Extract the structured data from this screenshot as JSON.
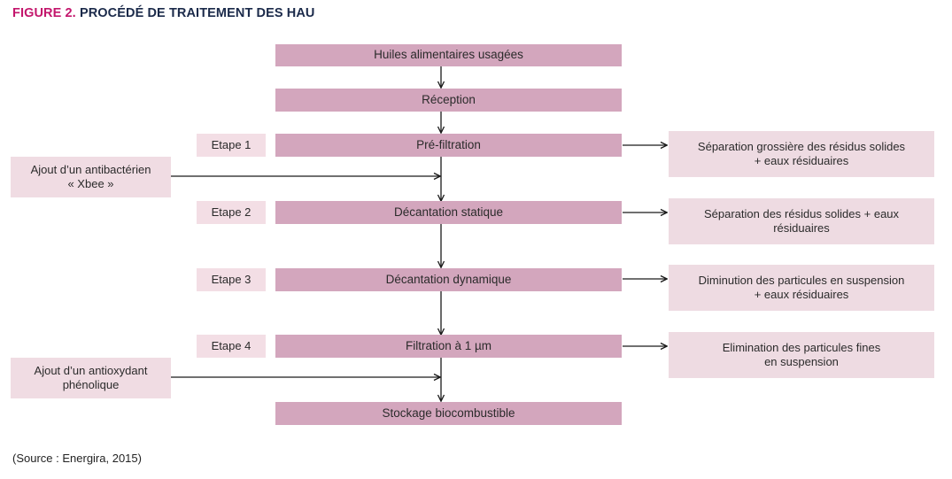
{
  "title": {
    "label": "FIGURE 2.",
    "caption": "PROCÉDÉ DE TRAITEMENT DES HAU"
  },
  "source": "(Source : Energira, 2015)",
  "colors": {
    "magenta": "#c3166c",
    "navy": "#1b2a4a",
    "main_box": "#d3a6bd",
    "light_box": "#f0dce3",
    "result_box": "#eedbe2",
    "step_box": "#f3dee5",
    "connector": "#1a1a1a"
  },
  "flow": {
    "main_nodes": [
      {
        "id": "input",
        "label": "Huiles alimentaires usagées"
      },
      {
        "id": "reception",
        "label": "Réception"
      },
      {
        "id": "prefiltration",
        "label": "Pré-filtration"
      },
      {
        "id": "decantation-statique",
        "label": "Décantation statique"
      },
      {
        "id": "decantation-dynamique",
        "label": "Décantation dynamique"
      },
      {
        "id": "filtration",
        "label": "Filtration à 1 µm"
      },
      {
        "id": "stockage",
        "label": "Stockage biocombustible"
      }
    ],
    "steps": [
      {
        "id": "etape-1",
        "label": "Etape 1"
      },
      {
        "id": "etape-2",
        "label": "Etape 2"
      },
      {
        "id": "etape-3",
        "label": "Etape 3"
      },
      {
        "id": "etape-4",
        "label": "Etape 4"
      }
    ],
    "results": [
      {
        "id": "result-1",
        "line1": "Séparation grossière des résidus solides",
        "line2": "+ eaux résiduaires"
      },
      {
        "id": "result-2",
        "line1": "Séparation des résidus solides + eaux",
        "line2": "résiduaires"
      },
      {
        "id": "result-3",
        "line1": "Diminution des particules en suspension",
        "line2": "+ eaux résiduaires"
      },
      {
        "id": "result-4",
        "line1": "Elimination des particules fines",
        "line2": "en suspension"
      }
    ],
    "additives": [
      {
        "id": "additive-antibacterien",
        "line1": "Ajout d’un antibactérien",
        "line2": "« Xbee »"
      },
      {
        "id": "additive-antioxydant",
        "line1": "Ajout d’un antioxydant",
        "line2": "phénolique"
      }
    ]
  }
}
